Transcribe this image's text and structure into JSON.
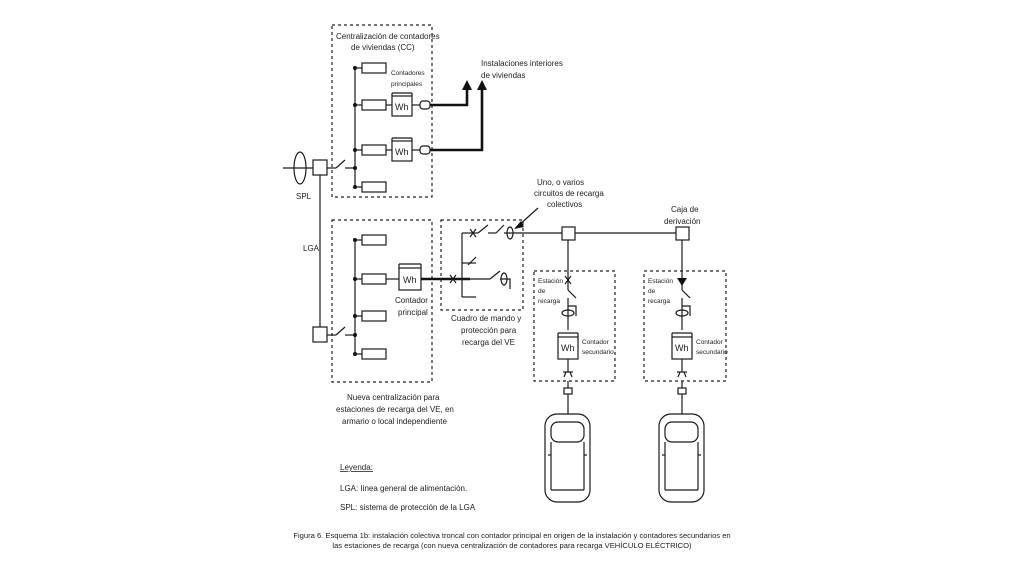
{
  "labels": {
    "cc_title_1": "Centralización de contadores",
    "cc_title_2": "de viviendas (CC)",
    "contadores_1": "Contadores",
    "contadores_2": "principales",
    "interiores_1": "Instalaciones interiores",
    "interiores_2": "de viviendas",
    "spl": "SPL",
    "lga": "LGA",
    "circuitos_1": "Uno, o varios",
    "circuitos_2": "circuitos de recarga",
    "circuitos_3": "colectivos",
    "caja_1": "Caja de",
    "caja_2": "derivación",
    "estacion_1": "Estación",
    "estacion_2": "de",
    "estacion_3": "recarga",
    "contador_sec_1": "Contador",
    "contador_sec_2": "secundario",
    "contador_principal_1": "Contador",
    "contador_principal_2": "principal",
    "cuadro_1": "Cuadro de mando y",
    "cuadro_2": "protección para",
    "cuadro_3": "recarga del VE",
    "nueva_1": "Nueva centralización para",
    "nueva_2": "estaciones de recarga del VE, en",
    "nueva_3": "armario o local independiente",
    "wh": "Wh"
  },
  "legend": {
    "title": "Leyenda:",
    "lga": "LGA: línea general de alimentación.",
    "spl": "SPL: sistema de protección de la LGA"
  },
  "caption": {
    "line1": "Figura 6. Esquema 1b: instalación colectiva troncal con contador principal en origen de la instalación y contadores secundarios en",
    "line2": "las estaciones de recarga (con nueva centralización de contadores para recarga VEHÍCULO ELÉCTRICO)"
  }
}
